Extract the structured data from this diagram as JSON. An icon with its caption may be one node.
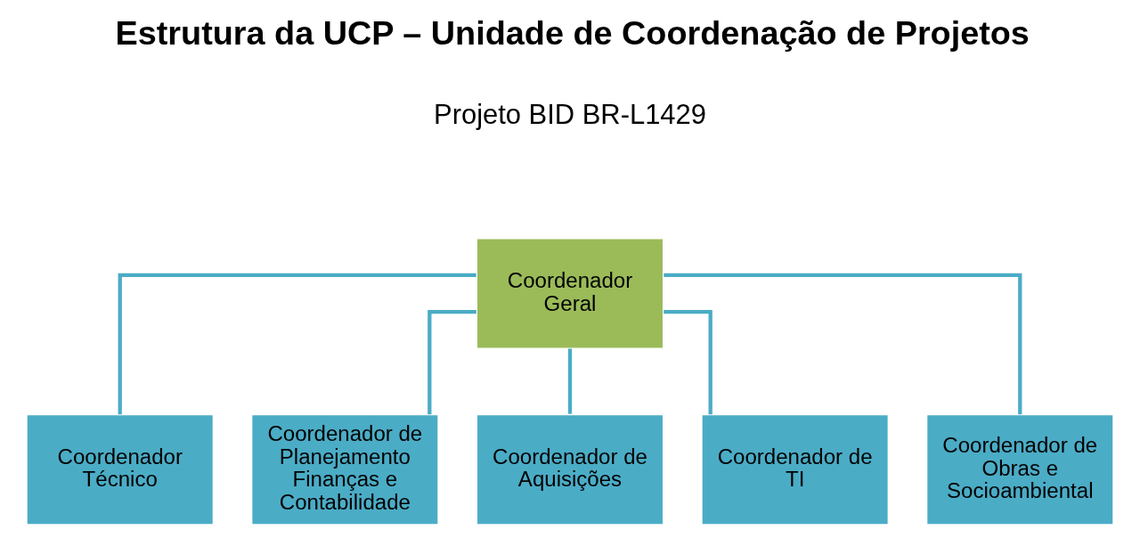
{
  "diagram": {
    "title": "Estrutura da UCP – Unidade de Coordenação de Projetos",
    "nodes": [
      {
        "text": [
          "Coordenador Geral"
        ]
      },
      {
        "text": [
          "Coordenador Técnico"
        ]
      },
      {
        "text": [
          "Coordenador de Planejamento Finanças e Contabilidade"
        ]
      },
      {
        "text": [
          "Coordenador de Aquisições"
        ]
      },
      {
        "text": [
          "Coordenador de TI"
        ]
      },
      {
        "text": [
          "Coordenador de Obras e Socioambiental"
        ]
      }
    ],
    "edges": [
      {
        "from": 0,
        "to": 1,
        "arrow": "none"
      },
      {
        "from": 0,
        "to": 2,
        "arrow": "none"
      },
      {
        "from": 0,
        "to": 3,
        "arrow": "none"
      },
      {
        "from": 0,
        "to": 4,
        "arrow": "none"
      },
      {
        "from": 0,
        "to": 5,
        "arrow": "none"
      }
    ],
    "labels": [
      "Projeto BID BR-L1429"
    ]
  }
}
